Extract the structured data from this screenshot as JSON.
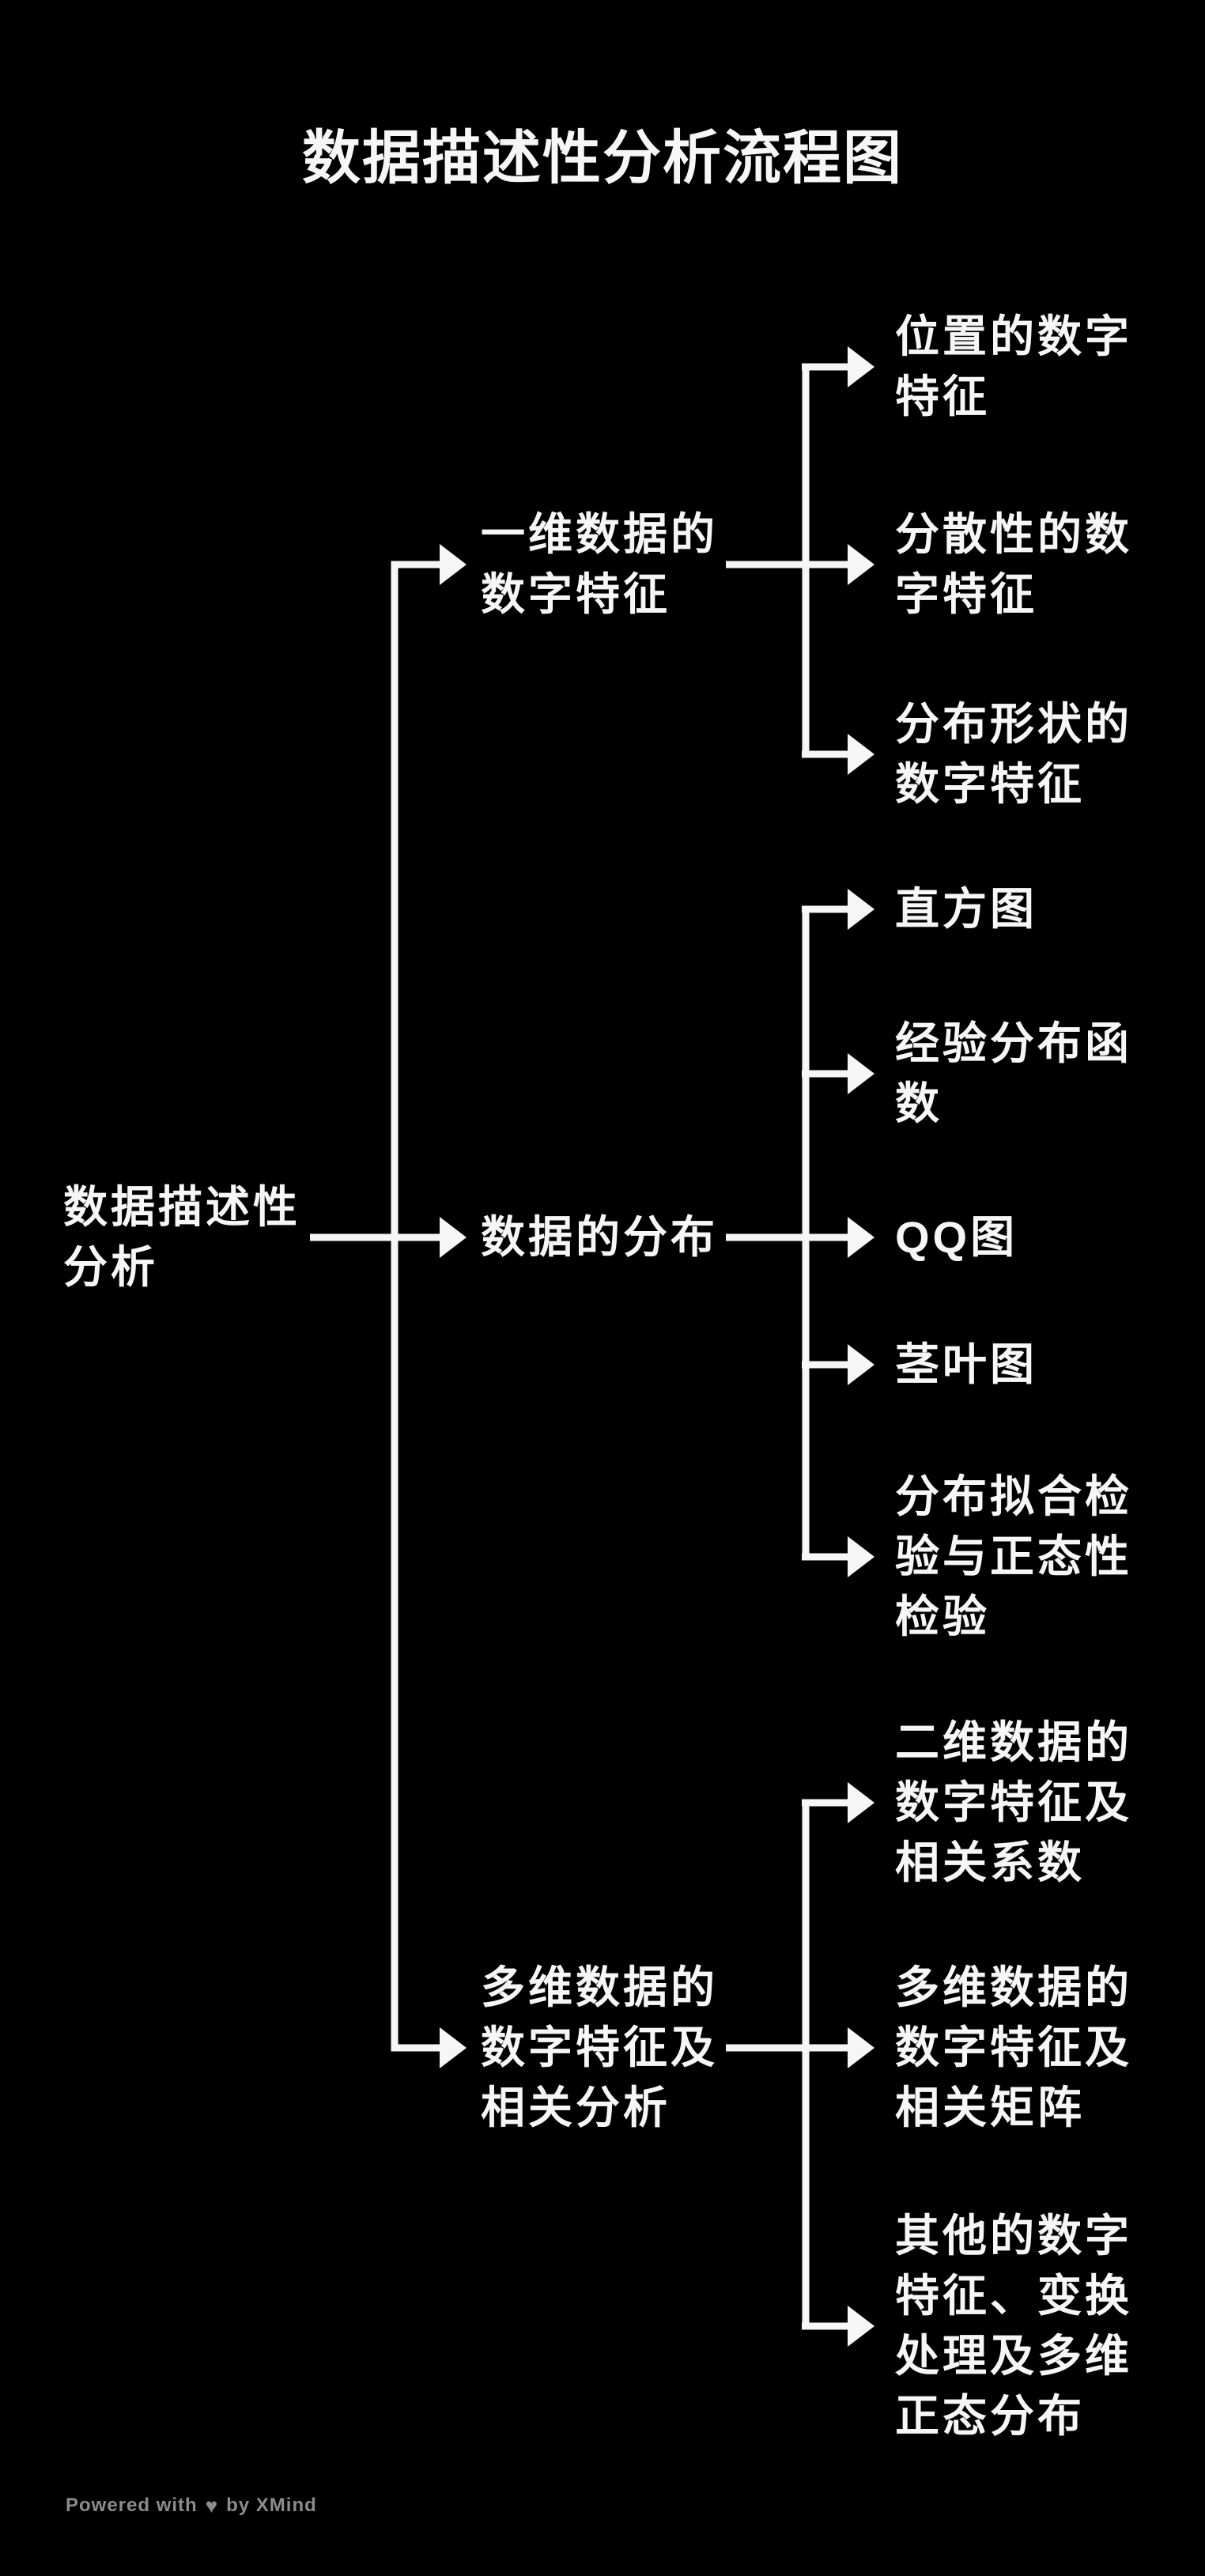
{
  "title": "数据描述性分析流程图",
  "root": {
    "label": "数据描述性\n分析"
  },
  "branches": [
    {
      "label": "一维数据的\n数字特征",
      "children": [
        {
          "label": "位置的数字\n特征"
        },
        {
          "label": "分散性的数\n字特征"
        },
        {
          "label": "分布形状的\n数字特征"
        }
      ]
    },
    {
      "label": "数据的分布",
      "children": [
        {
          "label": "直方图"
        },
        {
          "label": "经验分布函\n数"
        },
        {
          "label": "QQ图"
        },
        {
          "label": "茎叶图"
        },
        {
          "label": "分布拟合检\n验与正态性\n检验"
        }
      ]
    },
    {
      "label": "多维数据的\n数字特征及\n相关分析",
      "children": [
        {
          "label": "二维数据的\n数字特征及\n相关系数"
        },
        {
          "label": "多维数据的\n数字特征及\n相关矩阵"
        },
        {
          "label": "其他的数字\n特征、变换\n处理及多维\n正态分布"
        }
      ]
    }
  ],
  "watermark": {
    "prefix": "Powered with",
    "icon": "♥",
    "suffix": "by XMind"
  },
  "colors": {
    "background": "#000000",
    "text": "#f6f6f6",
    "connector": "#f6f6f6",
    "watermark": "#8c8c8c"
  }
}
